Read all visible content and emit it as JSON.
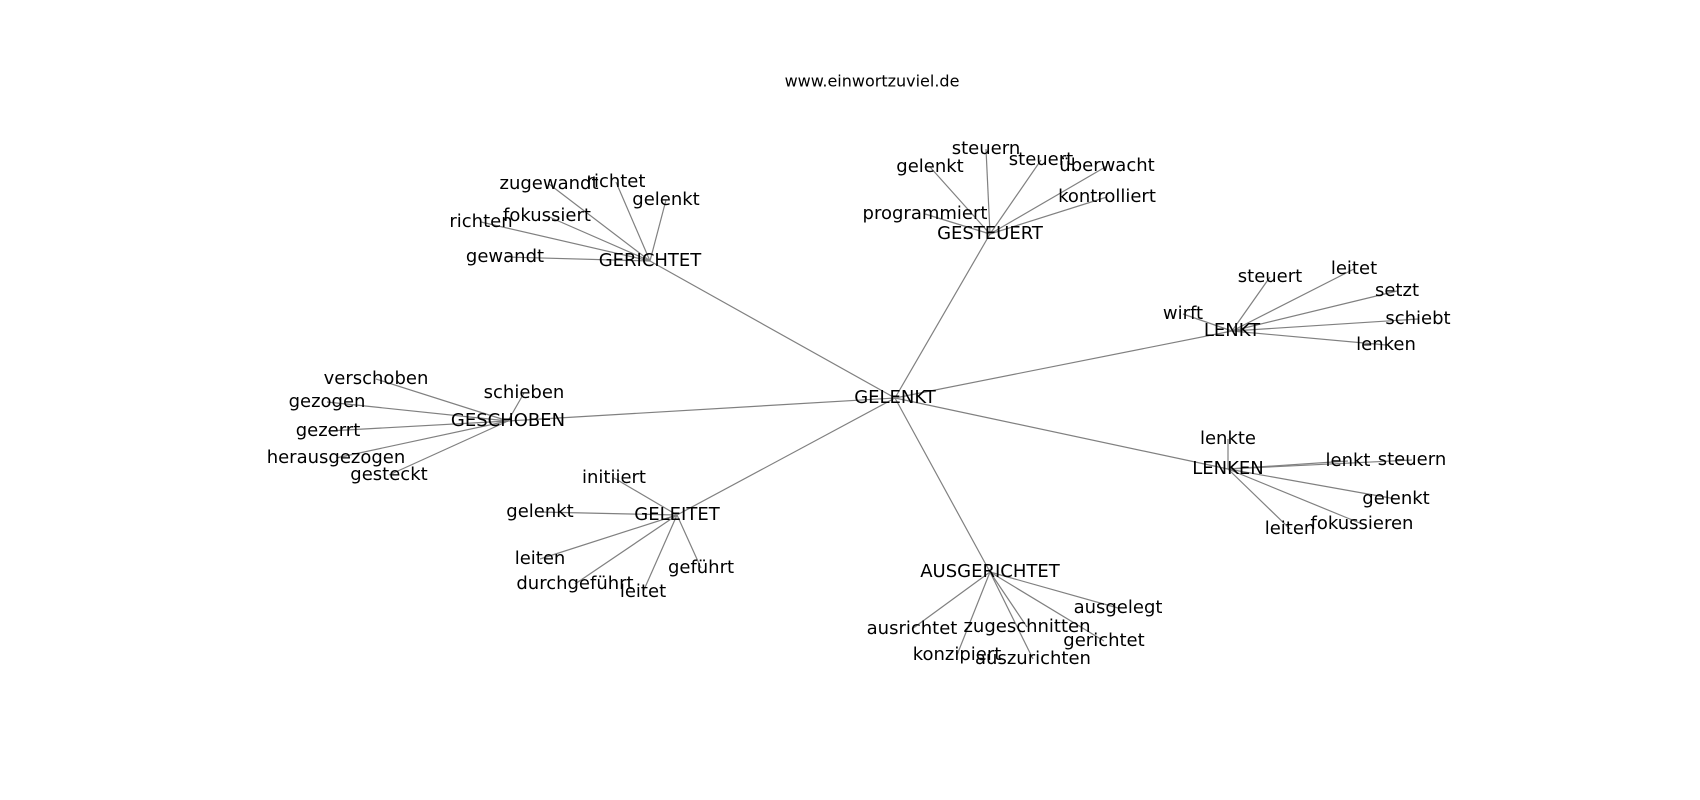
{
  "site": "www.einwortzuviel.de",
  "graph": {
    "center": "GELENKT",
    "hubs": [
      {
        "label": "GERICHTET",
        "leaves": [
          "zugewandt",
          "richtet",
          "gelenkt",
          "fokussiert",
          "richten",
          "gewandt"
        ]
      },
      {
        "label": "GESTEUERT",
        "leaves": [
          "steuern",
          "gelenkt",
          "steuert",
          "überwacht",
          "kontrolliert",
          "programmiert"
        ]
      },
      {
        "label": "LENKT",
        "leaves": [
          "steuert",
          "leitet",
          "setzt",
          "wirft",
          "schiebt",
          "lenken"
        ]
      },
      {
        "label": "GESCHOBEN",
        "leaves": [
          "verschoben",
          "schieben",
          "gezogen",
          "gezerrt",
          "herausgezogen",
          "gesteckt"
        ]
      },
      {
        "label": "LENKEN",
        "leaves": [
          "lenkte",
          "lenkt",
          "steuern",
          "gelenkt",
          "leiten",
          "fokussieren"
        ]
      },
      {
        "label": "GELEITET",
        "leaves": [
          "initiiert",
          "gelenkt",
          "leiten",
          "geführt",
          "durchgeführt",
          "leitet"
        ]
      },
      {
        "label": "AUSGERICHTET",
        "leaves": [
          "ausgelegt",
          "ausrichtet",
          "zugeschnitten",
          "gerichtet",
          "konzipiert",
          "auszurichten"
        ]
      }
    ]
  }
}
